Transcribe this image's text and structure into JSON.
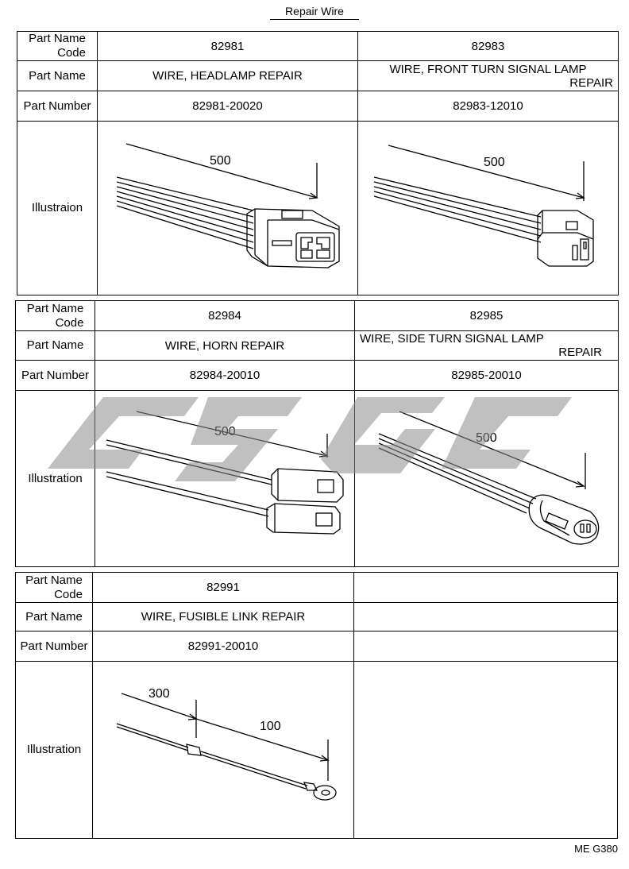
{
  "title": "Repair Wire",
  "labels": {
    "code_line1": "Part Name",
    "code_line2": "Code",
    "part_name": "Part Name",
    "part_number": "Part Number",
    "illustration_typo": "Illustraion",
    "illustration": "Illustration"
  },
  "block1": {
    "left": {
      "code": "82981",
      "name": "WIRE, HEADLAMP REPAIR",
      "number": "82981-20020",
      "dim": "500"
    },
    "right": {
      "code": "82983",
      "name_line1": "WIRE, FRONT TURN SIGNAL LAMP",
      "name_line2": "REPAIR",
      "number": "82983-12010",
      "dim": "500"
    }
  },
  "block2": {
    "left": {
      "code": "82984",
      "name": "WIRE, HORN REPAIR",
      "number": "82984-20010",
      "dim": "500"
    },
    "right": {
      "code": "82985",
      "name_line1": "WIRE, SIDE TURN SIGNAL LAMP",
      "name_line2": "REPAIR",
      "number": "82985-20010",
      "dim": "500"
    }
  },
  "block3": {
    "left": {
      "code": "82991",
      "name": "WIRE, FUSIBLE LINK REPAIR",
      "number": "82991-20010",
      "dim1": "300",
      "dim2": "100"
    }
  },
  "footer": "ME G380"
}
